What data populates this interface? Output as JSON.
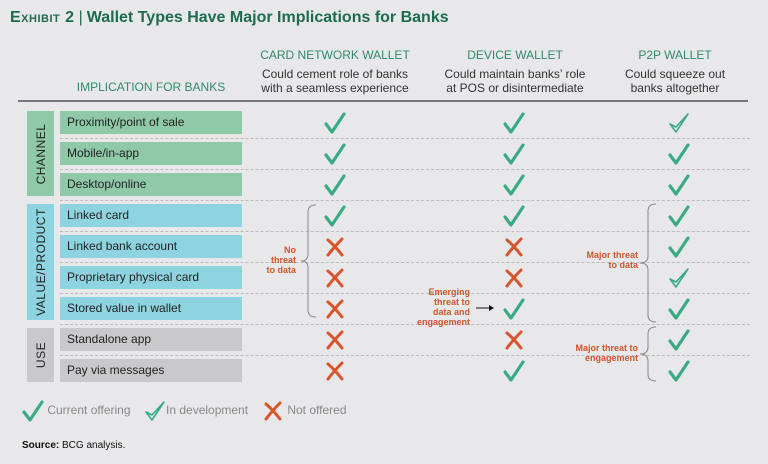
{
  "title": {
    "exhibit": "Exhibit 2",
    "separator": "|",
    "text": "Wallet Types Have Major Implications for Banks"
  },
  "header": {
    "implication": "IMPLICATION FOR BANKS",
    "columns": [
      {
        "name": "CARD NETWORK WALLET",
        "line1": "Could cement role of banks",
        "line2": "with a seamless experience"
      },
      {
        "name": "DEVICE WALLET",
        "line1": "Could maintain banks’ role",
        "line2": "at POS or disintermediate"
      },
      {
        "name": "P2P WALLET",
        "line1": "Could squeeze out",
        "line2": "banks altogether"
      }
    ]
  },
  "categories": [
    {
      "label": "CHANNEL",
      "color": "#8fc9a8"
    },
    {
      "label": "VALUE/PRODUCT",
      "color": "#8dd3e0"
    },
    {
      "label": "USE",
      "color": "#c9c9cb"
    }
  ],
  "rows": [
    {
      "label": "Proximity/point of sale",
      "cat": 0,
      "marks": [
        "current",
        "current",
        "development"
      ]
    },
    {
      "label": "Mobile/in-app",
      "cat": 0,
      "marks": [
        "current",
        "current",
        "current"
      ]
    },
    {
      "label": "Desktop/online",
      "cat": 0,
      "marks": [
        "current",
        "current",
        "current"
      ]
    },
    {
      "label": "Linked card",
      "cat": 1,
      "marks": [
        "current",
        "current",
        "current"
      ]
    },
    {
      "label": "Linked bank account",
      "cat": 1,
      "marks": [
        "not",
        "not",
        "current"
      ]
    },
    {
      "label": "Proprietary physical card",
      "cat": 1,
      "marks": [
        "not",
        "not",
        "development"
      ]
    },
    {
      "label": "Stored value in wallet",
      "cat": 1,
      "marks": [
        "not",
        "current",
        "current"
      ]
    },
    {
      "label": "Standalone app",
      "cat": 2,
      "marks": [
        "not",
        "not",
        "current"
      ]
    },
    {
      "label": "Pay via messages",
      "cat": 2,
      "marks": [
        "not",
        "current",
        "current"
      ]
    }
  ],
  "notes": {
    "no_threat": [
      "No",
      "threat",
      "to data"
    ],
    "emerging": [
      "Emerging",
      "threat to",
      "data and",
      "engagement"
    ],
    "major_data": [
      "Major threat",
      "to data"
    ],
    "major_engagement": [
      "Major threat to",
      "engagement"
    ]
  },
  "legend": {
    "current": "Current offering",
    "development": "In development",
    "not": "Not offered"
  },
  "source": {
    "label": "Source:",
    "text": " BCG analysis."
  },
  "colors": {
    "check": "#3aaa85",
    "cross": "#d9532b",
    "title": "#1d6b4f"
  }
}
